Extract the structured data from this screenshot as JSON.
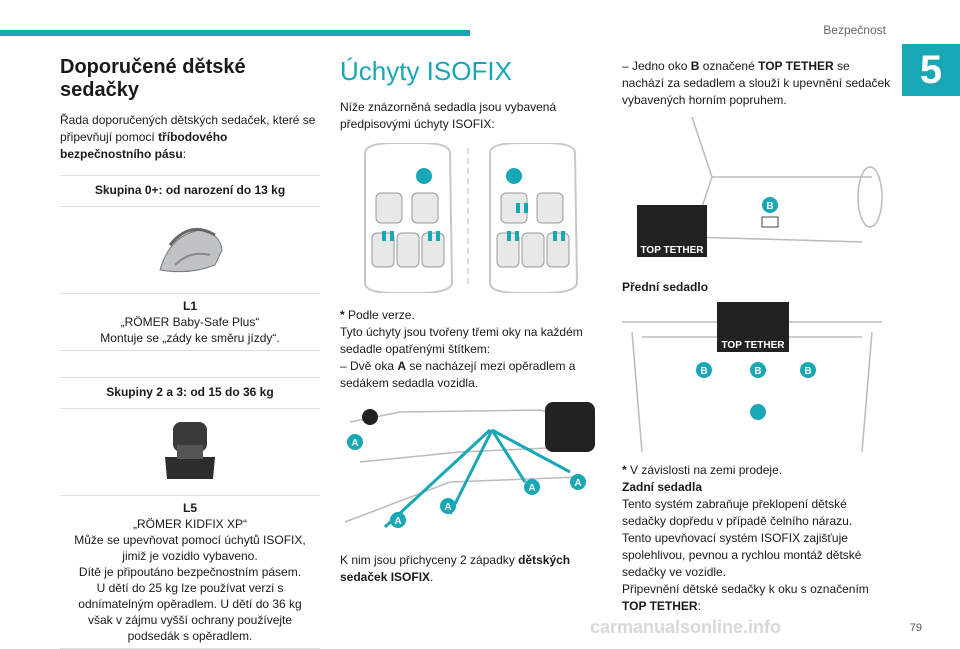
{
  "header": {
    "section_title": "Bezpečnost",
    "chapter_number": "5"
  },
  "col1": {
    "title": "Doporučené dětské sedačky",
    "intro": "Řada doporučených dětských sedaček, které se připevňují pomocí ",
    "intro_bold": "tříbodového bezpečnostního pásu",
    "intro_end": ":",
    "group1": {
      "heading": "Skupina 0+: od narození do 13 kg",
      "code": "L1",
      "lines": [
        "„RÖMER Baby-Safe Plus“",
        "Montuje se „zády ke směru jízdy“."
      ]
    },
    "group2": {
      "heading": "Skupiny 2 a 3: od 15 do 36 kg",
      "code": "L5",
      "lines": [
        "„RÖMER KIDFIX XP“",
        "Může se upevňovat pomocí úchytů ISOFIX, jimiž je vozidlo vybaveno.",
        "Dítě je připoutáno bezpečnostním pásem.",
        "U dětí do 25 kg lze používat verzi s odnímatelným opěradlem. U dětí do 36 kg však v zájmu vyšší ochrany používejte podsedák s opěradlem."
      ]
    }
  },
  "col2": {
    "title": "Úchyty ISOFIX",
    "intro": "Níže znázorněná sedadla jsou vybavená předpisovými úchyty ISOFIX:",
    "note_star": "*",
    "note": " Podle verze.",
    "para1": "Tyto úchyty jsou tvořeny třemi oky na každém sedadle opatřenými štítkem:",
    "para2_prefix": "– Dvě oka ",
    "para2_letter": "A",
    "para2_suffix": " se nacházejí mezi opěradlem a sedákem sedadla vozidla.",
    "labels": {
      "a": "A"
    },
    "bottom_prefix": "K nim jsou přichyceny 2 západky ",
    "bottom_bold": "dětských sedaček ISOFIX",
    "bottom_end": "."
  },
  "col3": {
    "para1_prefix": "– Jedno oko ",
    "para1_letter": "B",
    "para1_mid": " označené ",
    "para1_tag": "TOP TETHER",
    "para1_suffix": " se nachází za sedadlem a slouží k upevnění sedaček vybavených horním popruhem.",
    "top_tether_label": "TOP TETHER",
    "labels": {
      "b": "B"
    },
    "front_seat_heading": "Přední sedadlo",
    "note_star": "*",
    "note": " V závislosti na zemi prodeje.",
    "rear_heading": "Zadní sedadla",
    "rear_text": "Tento systém zabraňuje překlopení dětské sedačky dopředu v případě čelního nárazu.",
    "rear_text2": "Tento upevňovací systém ISOFIX zajišťuje spolehlivou, pevnou a rychlou montáž dětské sedačky ve vozidle.",
    "attach_prefix": "Připevnění dětské sedačky k oku s označením ",
    "attach_bold": "TOP TETHER",
    "attach_end": ":"
  },
  "footer": {
    "page_number": "79",
    "watermark": "carmanualsonline.info"
  },
  "colors": {
    "accent": "#18a7b5",
    "icon_dark": "#222222"
  }
}
